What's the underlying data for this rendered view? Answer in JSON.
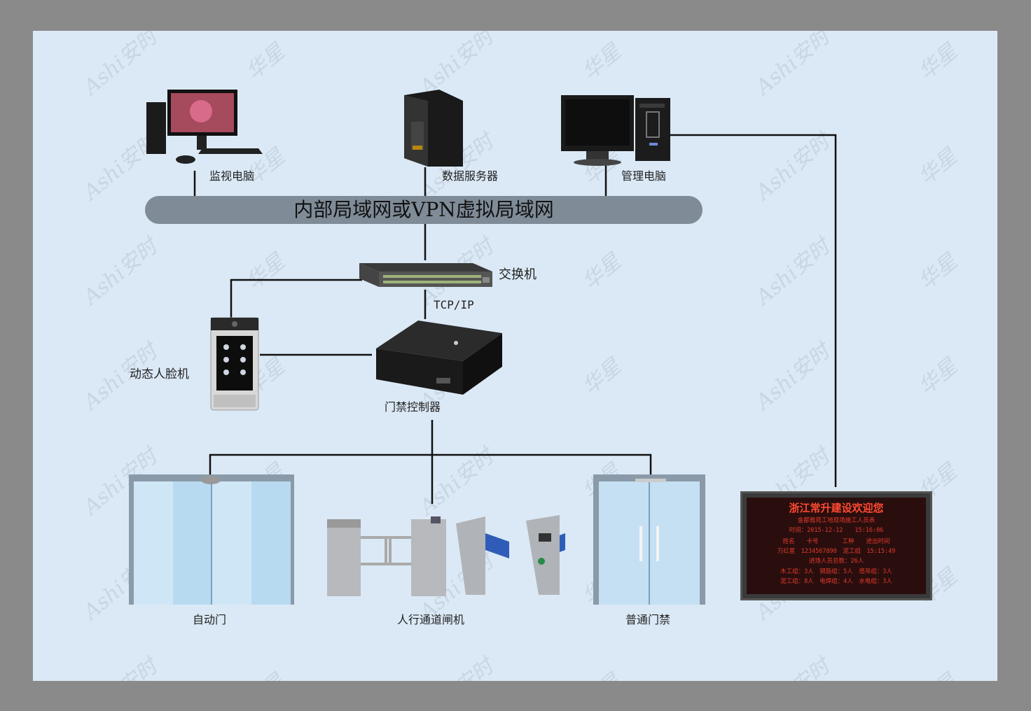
{
  "nodes": {
    "monitor_pc": "监视电脑",
    "data_server": "数据服务器",
    "admin_pc": "管理电脑",
    "lan": "内部局域网或VPN虚拟局域网",
    "switch": "交换机",
    "protocol": "TCP/IP",
    "face_device": "动态人脸机",
    "controller": "门禁控制器",
    "auto_door": "自动门",
    "turnstile": "人行通道闸机",
    "normal_door": "普通门禁"
  },
  "led_display": {
    "title": "浙江常升建设欢迎您",
    "subtitle": "金都雅苑工地现场施工人员表",
    "time_line": "时间：2015-12-12　　15:16:06",
    "header": "姓名　　卡号　　　　工种　　进出时间",
    "record": "万红星　1234567890　泥工组　15:15:49",
    "total": "进场人员总数：26人",
    "row1": "木工组：3人　钢筋组：5人　塔吊组：3人",
    "row2": "泥工组：8人　电焊组：4人　水电组：3人"
  },
  "watermarks": [
    "Ashi安时",
    "华星"
  ],
  "colors": {
    "background": "#dbe9f6",
    "frame": "#8a8a8a",
    "lan_bar": "#7f8c97",
    "led_text": "#e03a2a"
  }
}
